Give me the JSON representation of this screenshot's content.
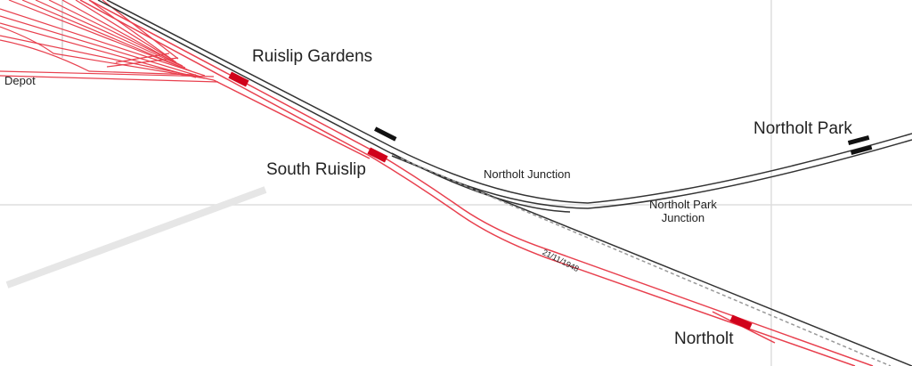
{
  "map": {
    "colors": {
      "underground": "#e8404e",
      "mainline": "#333333",
      "grid": "#dddddd",
      "platform_red": "#d0021b",
      "platform_black": "#111111"
    },
    "stations": [
      {
        "name": "Ruislip Gardens"
      },
      {
        "name": "South Ruislip"
      },
      {
        "name": "Northolt Park"
      },
      {
        "name": "Northolt"
      }
    ],
    "junctions": [
      {
        "name": "Northolt Junction"
      },
      {
        "name": "Northolt Park Junction",
        "line1": "Northolt Park",
        "line2": "Junction"
      }
    ],
    "depot_label": "Depot",
    "date_annotation": "21/11/1948"
  }
}
